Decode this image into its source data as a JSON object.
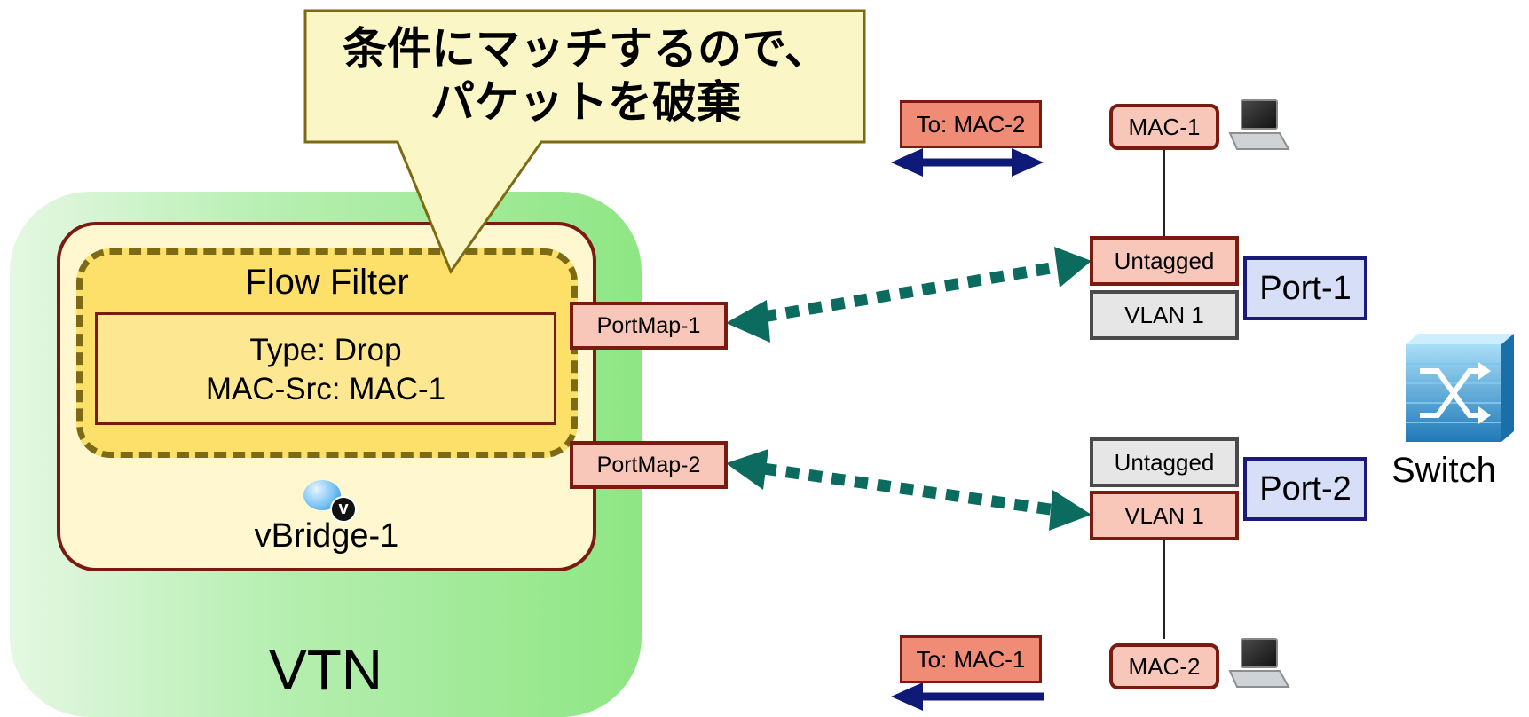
{
  "vtn": {
    "label": "VTN"
  },
  "vbridge": {
    "label": "vBridge-1",
    "icon": "vbridge-icon",
    "badge": "v"
  },
  "flow_filter": {
    "title": "Flow Filter",
    "rule_line1": "Type: Drop",
    "rule_line2": "MAC-Src: MAC-1"
  },
  "callout": {
    "line1": "条件にマッチするので、",
    "line2": "パケットを破棄"
  },
  "portmaps": [
    {
      "label": "PortMap-1"
    },
    {
      "label": "PortMap-2"
    }
  ],
  "ports": [
    {
      "label": "Port-1",
      "tags": [
        {
          "label": "Untagged",
          "active": true
        },
        {
          "label": "VLAN 1",
          "active": false
        }
      ]
    },
    {
      "label": "Port-2",
      "tags": [
        {
          "label": "Untagged",
          "active": false
        },
        {
          "label": "VLAN 1",
          "active": true
        }
      ]
    }
  ],
  "hosts": [
    {
      "label": "MAC-1",
      "icon": "laptop-icon"
    },
    {
      "label": "MAC-2",
      "icon": "laptop-icon"
    }
  ],
  "packets": [
    {
      "label": "To: MAC-2",
      "direction": "bidirectional"
    },
    {
      "label": "To: MAC-1",
      "direction": "left"
    }
  ],
  "switch": {
    "label": "Switch",
    "icon": "switch-icon"
  },
  "colors": {
    "vtn_green": "#8ee683",
    "filter_yellow": "#fde06a",
    "border_brown": "#7a1a10",
    "port_blue": "#1a1a7a",
    "link_teal": "#0b6b5e",
    "packet_arrow_navy": "#0f1a78"
  }
}
